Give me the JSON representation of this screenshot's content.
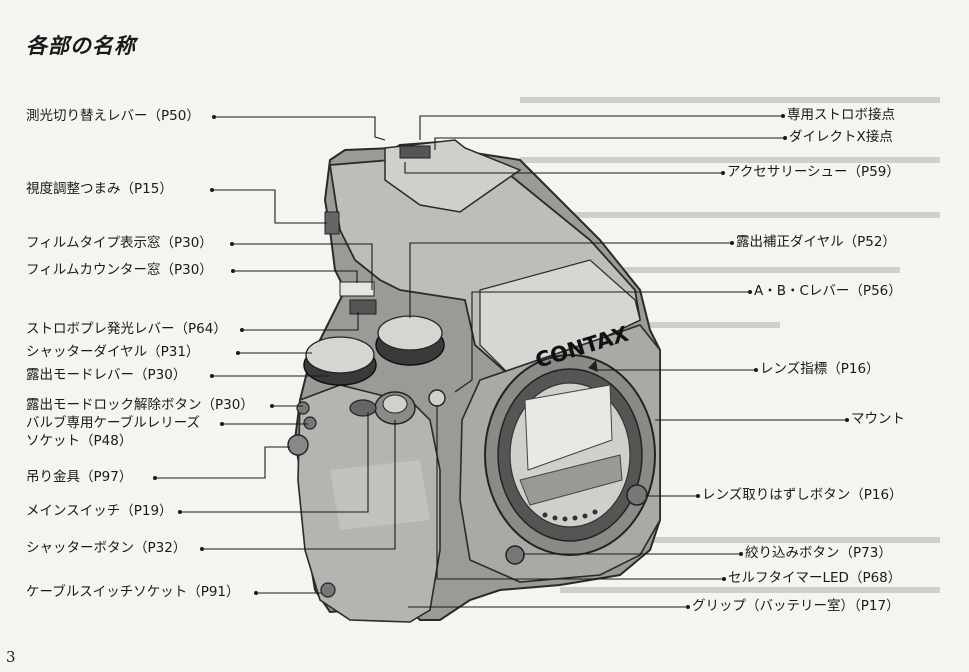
{
  "title": "各部の名称",
  "page_number": "3",
  "brand": "CONTAX",
  "labels_left": [
    {
      "id": "metering",
      "text": "測光切り替えレバー（P50）"
    },
    {
      "id": "diopter",
      "text": "視度調整つまみ（P15）"
    },
    {
      "id": "film-type-window",
      "text": "フィルムタイプ表示窓（P30）"
    },
    {
      "id": "film-counter-window",
      "text": "フィルムカウンター窓（P30）"
    },
    {
      "id": "flash-lever",
      "text": "ストロボプレ発光レバー（P64）"
    },
    {
      "id": "shutter-dial",
      "text": "シャッターダイヤル（P31）"
    },
    {
      "id": "exposure-mode-lever",
      "text": "露出モードレバー（P30）"
    },
    {
      "id": "mode-lock-release",
      "text": "露出モードロック解除ボタン（P30）"
    },
    {
      "id": "bulb-socket-1",
      "text": "バルブ専用ケーブルレリーズ"
    },
    {
      "id": "bulb-socket-2",
      "text": "ソケット（P48）"
    },
    {
      "id": "strap-lug",
      "text": "吊り金具（P97）"
    },
    {
      "id": "main-switch",
      "text": "メインスイッチ（P19）"
    },
    {
      "id": "shutter-button",
      "text": "シャッターボタン（P32）"
    },
    {
      "id": "cable-switch-socket",
      "text": "ケーブルスイッチソケット（P91）"
    }
  ],
  "labels_right": [
    {
      "id": "flash-contact",
      "text": "専用ストロボ接点"
    },
    {
      "id": "direct-x",
      "text": "ダイレクトX接点"
    },
    {
      "id": "accessory-shoe",
      "text": "アクセサリーシュー（P59）"
    },
    {
      "id": "exp-comp-dial",
      "text": "露出補正ダイヤル（P52）"
    },
    {
      "id": "abc-lever",
      "text": "A・B・Cレバー（P56）"
    },
    {
      "id": "lens-index",
      "text": "レンズ指標（P16）"
    },
    {
      "id": "mount",
      "text": "マウント"
    },
    {
      "id": "lens-release",
      "text": "レンズ取りはずしボタン（P16）"
    },
    {
      "id": "dof-preview",
      "text": "絞り込みボタン（P73）"
    },
    {
      "id": "self-timer-led",
      "text": "セルフタイマーLED（P68）"
    },
    {
      "id": "grip",
      "text": "グリップ（バッテリー室）（P17）"
    }
  ]
}
